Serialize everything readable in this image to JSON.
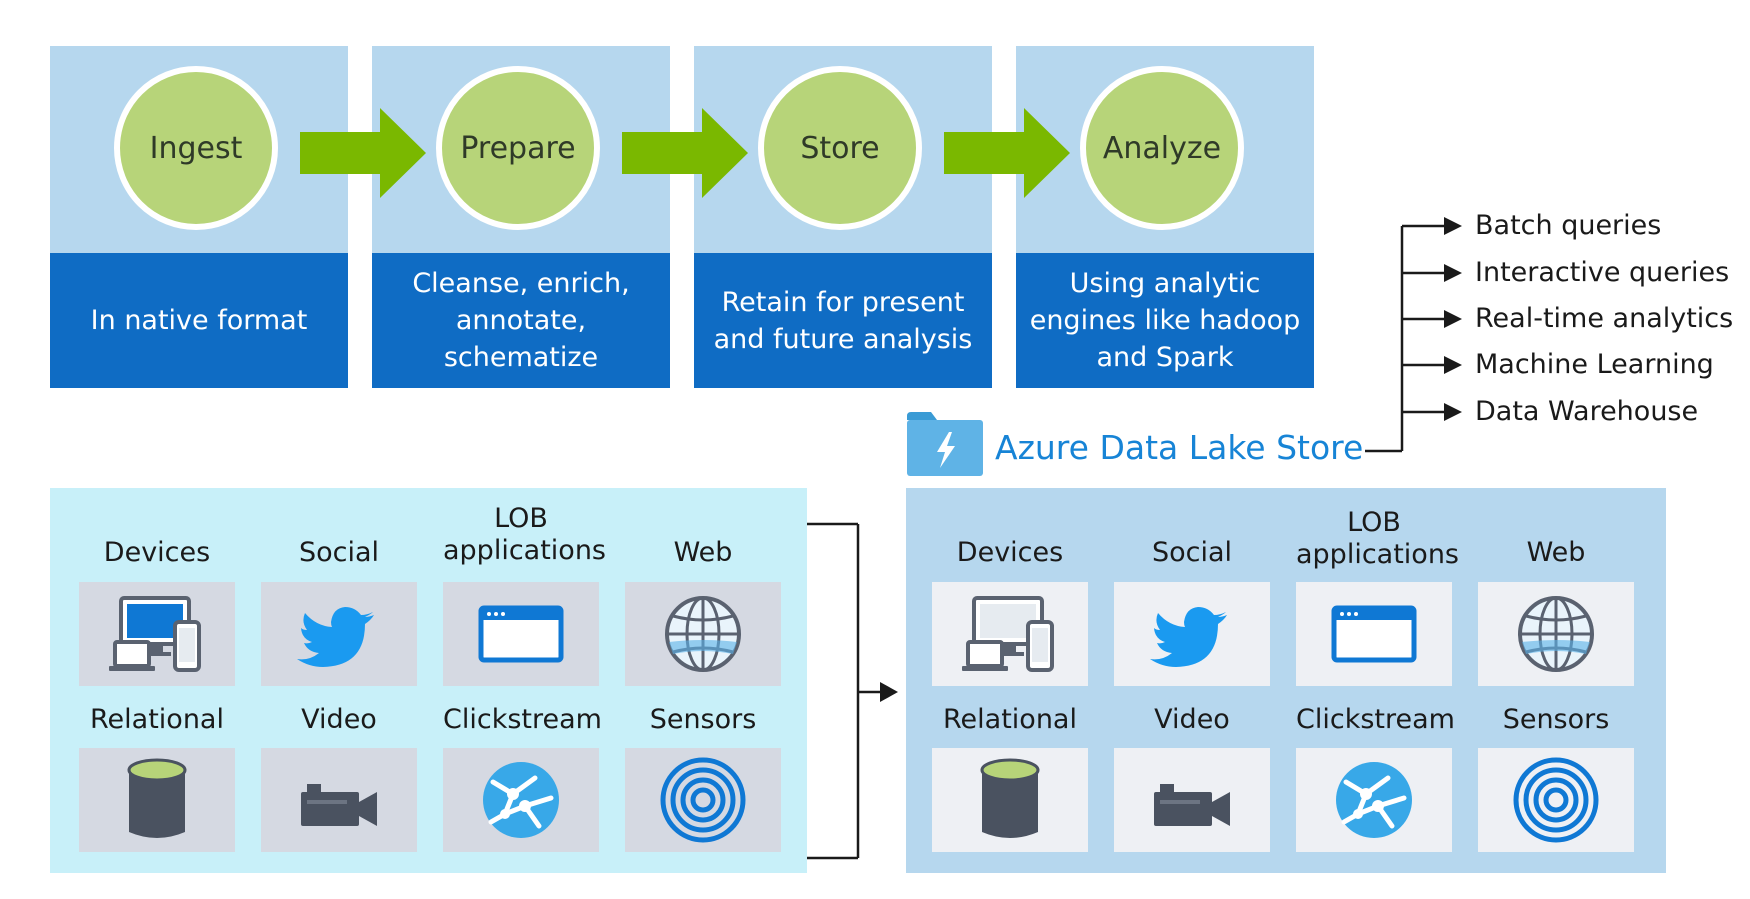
{
  "stages": [
    {
      "name": "Ingest",
      "desc": "In native format"
    },
    {
      "name": "Prepare",
      "desc": "Cleanse, enrich, annotate, schematize"
    },
    {
      "name": "Store",
      "desc": "Retain for present and future analysis"
    },
    {
      "name": "Analyze",
      "desc": "Using analytic engines like hadoop and Spark"
    }
  ],
  "store_title": "Azure Data Lake Store",
  "outputs": [
    "Batch queries",
    "Interactive queries",
    "Real-time analytics",
    "Machine Learning",
    "Data Warehouse"
  ],
  "sources": {
    "row1": [
      "Devices",
      "Social",
      "LOB applications",
      "Web"
    ],
    "row2": [
      "Relational",
      "Video",
      "Clickstream",
      "Sensors"
    ]
  },
  "icons": {
    "row1": [
      "devices-icon",
      "twitter-bird-icon",
      "browser-window-icon",
      "globe-icon"
    ],
    "row2": [
      "database-icon",
      "video-camera-icon",
      "clickstream-icon",
      "sensor-icon"
    ]
  },
  "colors": {
    "stage_top": "#b6d7ee",
    "stage_bottom": "#0f6cc4",
    "stage_circle": "#b7d479",
    "flow_arrow": "#7ab800",
    "source_panel": "#c8f0f9",
    "store_panel": "#b6d7ee",
    "tile_left": "#d5d9e2",
    "tile_right": "#eef0f4",
    "icon_blue": "#0f78d4"
  }
}
